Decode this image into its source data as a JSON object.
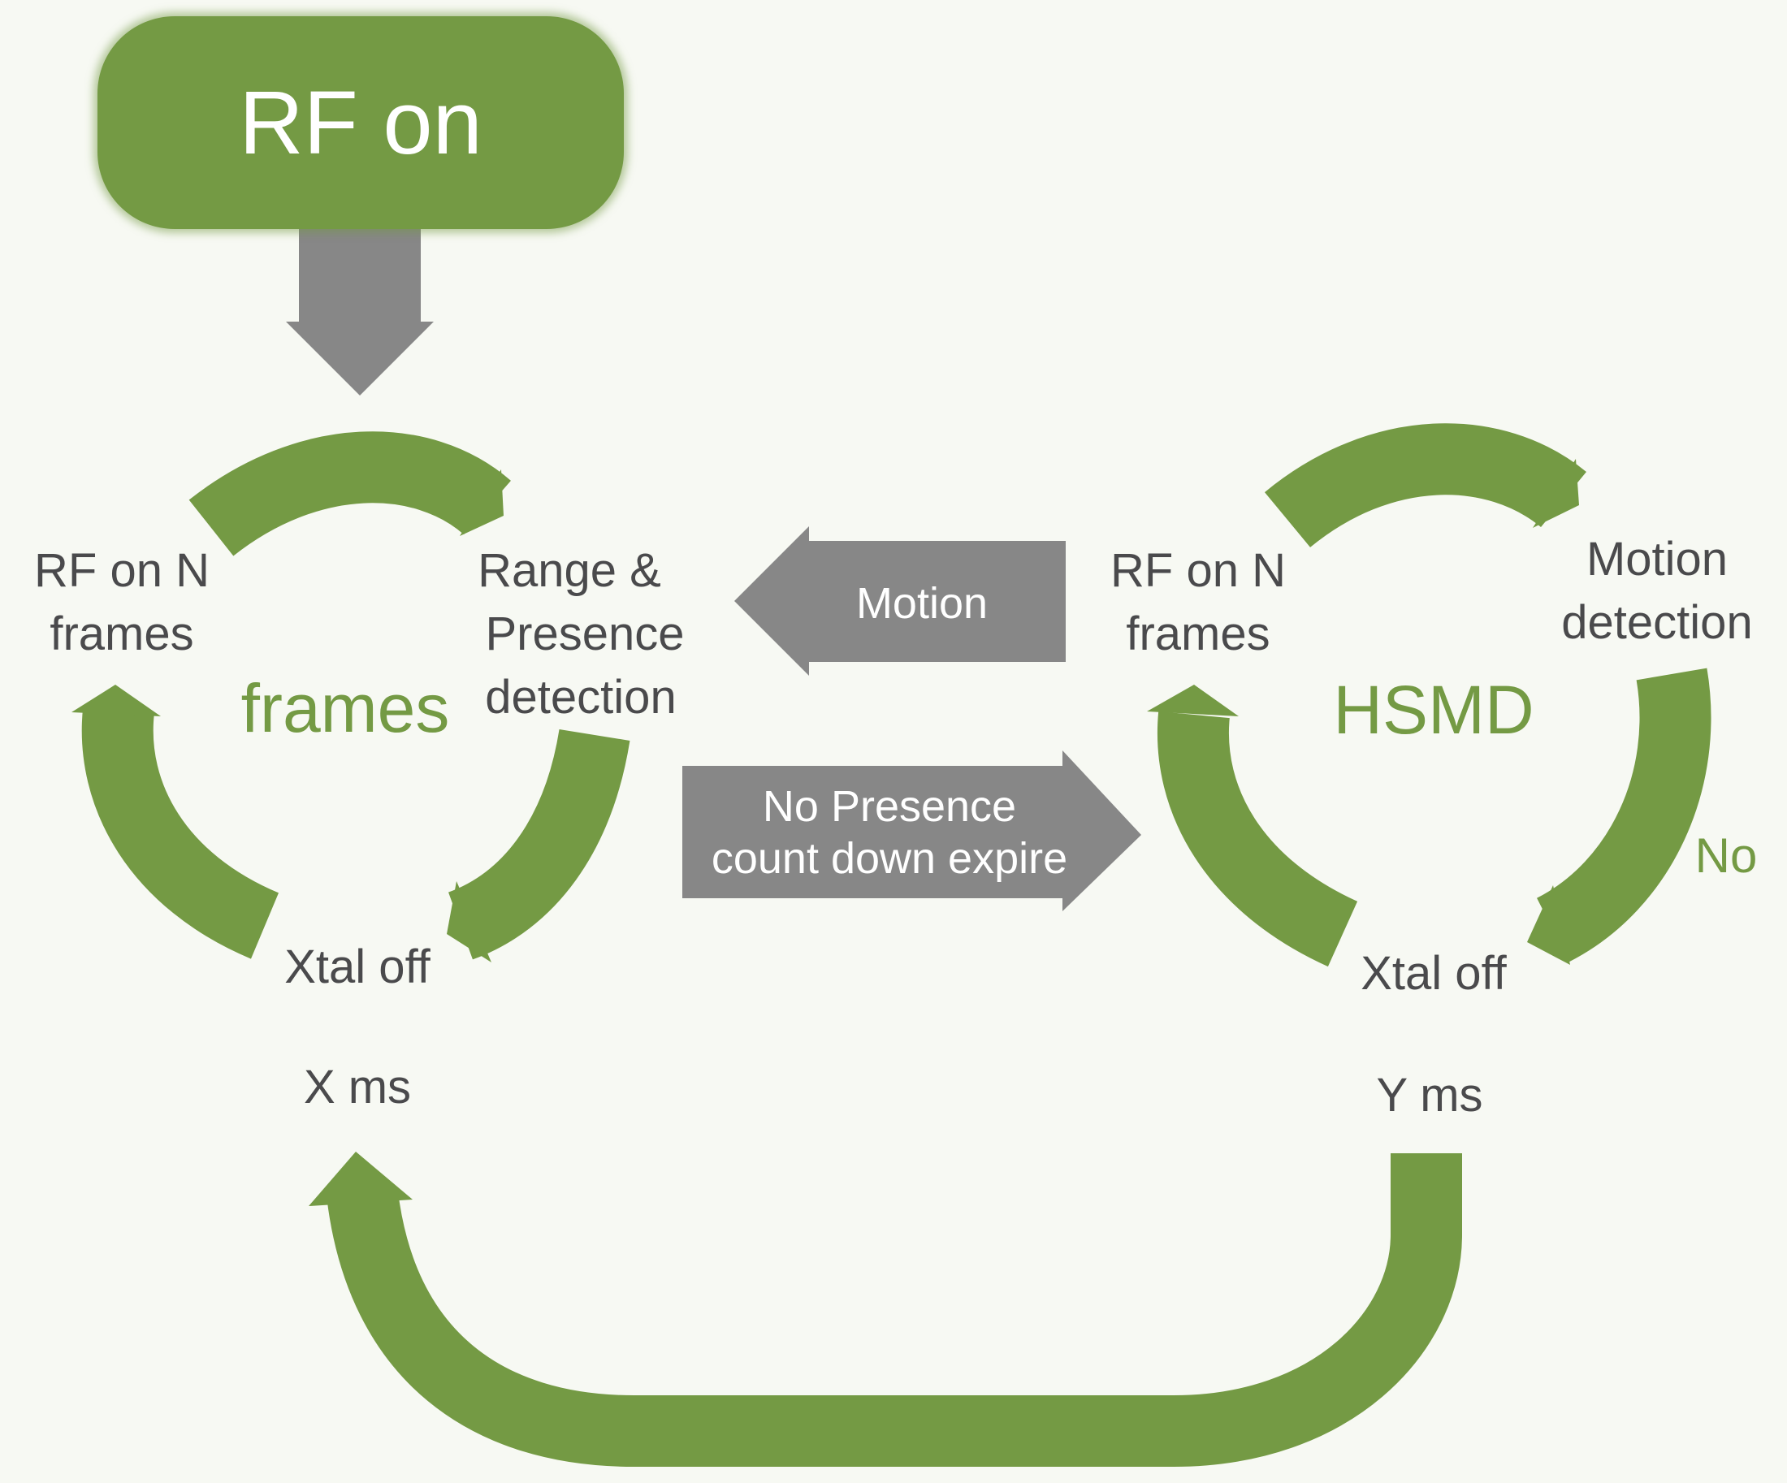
{
  "start": {
    "label": "RF on"
  },
  "left_cycle": {
    "center_label": "frames",
    "rf_on": [
      "RF on N",
      "frames"
    ],
    "detection": [
      "Range &",
      "Presence",
      "detection"
    ],
    "xtal_off": "Xtal off",
    "duration": "X ms"
  },
  "right_cycle": {
    "center_label": "HSMD",
    "rf_on": [
      "RF on N",
      "frames"
    ],
    "detection": [
      "Motion",
      "detection"
    ],
    "branch": "No",
    "xtal_off": "Xtal off",
    "duration": "Y ms"
  },
  "transitions": {
    "to_left": "Motion",
    "to_right": [
      "No Presence",
      "count down expire"
    ]
  },
  "colors": {
    "green": "#749a44",
    "gray": "#878787",
    "text": "#4a4a4c",
    "background": "#f7f9f3"
  }
}
